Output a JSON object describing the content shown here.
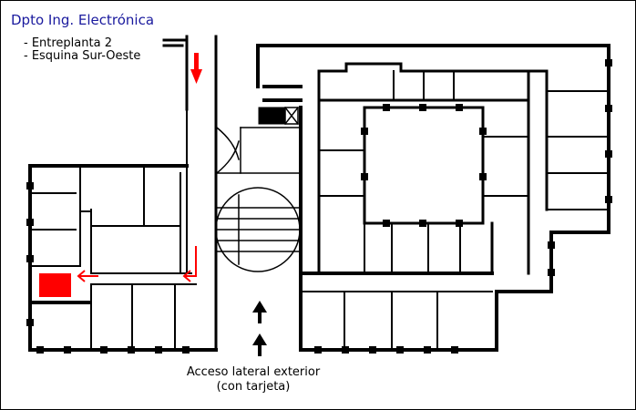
{
  "title": "Dpto Ing. Electrónica",
  "location_notes": [
    "- Entreplanta 2",
    "- Esquina Sur-Oeste"
  ],
  "caption": {
    "line1": "Acceso lateral exterior",
    "line2": "(con tarjeta)"
  },
  "colors": {
    "title": "#1a1a9e",
    "route_arrow": "#ff0000",
    "target_room": "#ff0000",
    "wall": "#000000",
    "entry_arrow": "#000000"
  },
  "markers": {
    "target": "highlighted-room",
    "route_arrow_count": 3,
    "entry_arrow_count": 2
  }
}
